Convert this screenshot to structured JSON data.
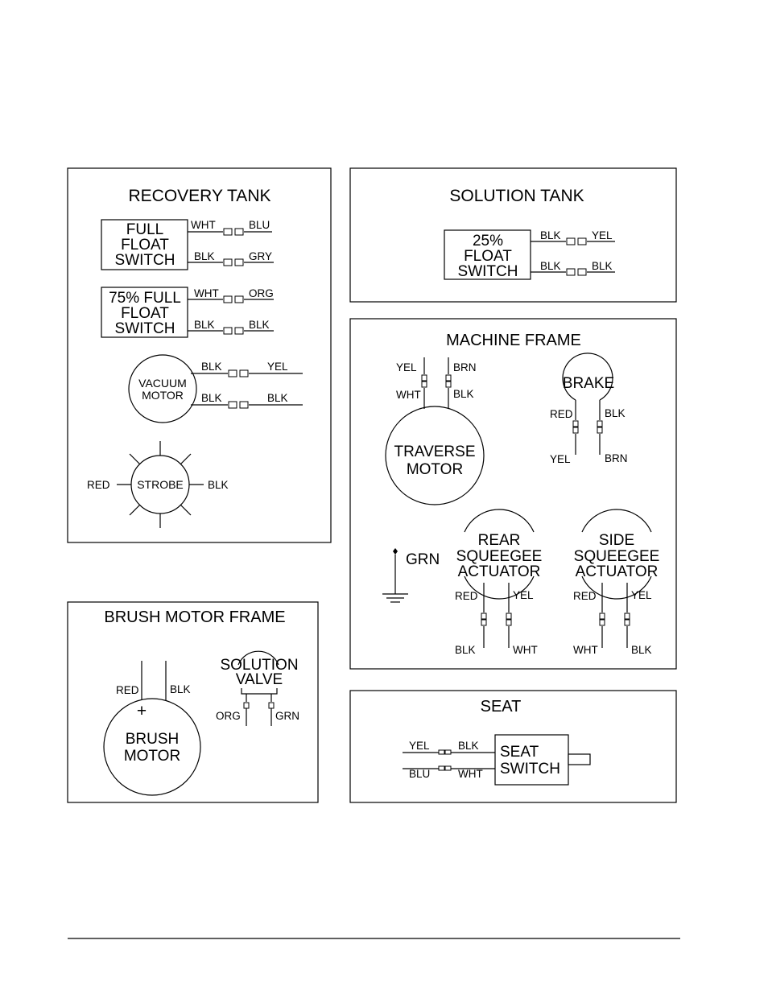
{
  "recovery_tank": {
    "title": "RECOVERY TANK",
    "full_float": {
      "line1": "FULL",
      "line2": "FLOAT",
      "line3": "SWITCH",
      "wire1_left": "WHT",
      "wire1_right": "BLU",
      "wire2_left": "BLK",
      "wire2_right": "GRY"
    },
    "float75": {
      "line1": "75% FULL",
      "line2": "FLOAT",
      "line3": "SWITCH",
      "wire1_left": "WHT",
      "wire1_right": "ORG",
      "wire2_left": "BLK",
      "wire2_right": "BLK"
    },
    "vacuum": {
      "line1": "VACUUM",
      "line2": "MOTOR",
      "wire1_left": "BLK",
      "wire1_right": "YEL",
      "wire2_left": "BLK",
      "wire2_right": "BLK"
    },
    "strobe": {
      "label": "STROBE",
      "left": "RED",
      "right": "BLK"
    }
  },
  "solution_tank": {
    "title": "SOLUTION TANK",
    "float25": {
      "line1": "25%",
      "line2": "FLOAT",
      "line3": "SWITCH",
      "wire1_left": "BLK",
      "wire1_right": "YEL",
      "wire2_left": "BLK",
      "wire2_right": "BLK"
    }
  },
  "machine_frame": {
    "title": "MACHINE FRAME",
    "traverse": {
      "line1": "TRAVERSE",
      "line2": "MOTOR",
      "top_left": "YEL",
      "top_right": "BRN",
      "bot_left": "WHT",
      "bot_right": "BLK"
    },
    "brake": {
      "label": "BRAKE",
      "top_left": "RED",
      "top_right": "BLK",
      "bot_left": "YEL",
      "bot_right": "BRN"
    },
    "ground": {
      "label": "GRN"
    },
    "rear": {
      "line1": "REAR",
      "line2": "SQUEEGEE",
      "line3": "ACTUATOR",
      "top_left": "RED",
      "top_right": "YEL",
      "bot_left": "BLK",
      "bot_right": "WHT"
    },
    "side": {
      "line1": "SIDE",
      "line2": "SQUEEGEE",
      "line3": "ACTUATOR",
      "top_left": "RED",
      "top_right": "YEL",
      "bot_left": "WHT",
      "bot_right": "BLK"
    }
  },
  "brush_frame": {
    "title": "BRUSH MOTOR FRAME",
    "brush": {
      "line1": "BRUSH",
      "line2": "MOTOR",
      "plus": "+",
      "left": "RED",
      "right": "BLK"
    },
    "valve": {
      "line1": "SOLUTION",
      "line2": "VALVE",
      "left": "ORG",
      "right": "GRN"
    }
  },
  "seat": {
    "title": "SEAT",
    "switch": {
      "line1": "SEAT",
      "line2": "SWITCH",
      "top_left": "YEL",
      "top_right": "BLK",
      "bot_left": "BLU",
      "bot_right": "WHT"
    }
  }
}
